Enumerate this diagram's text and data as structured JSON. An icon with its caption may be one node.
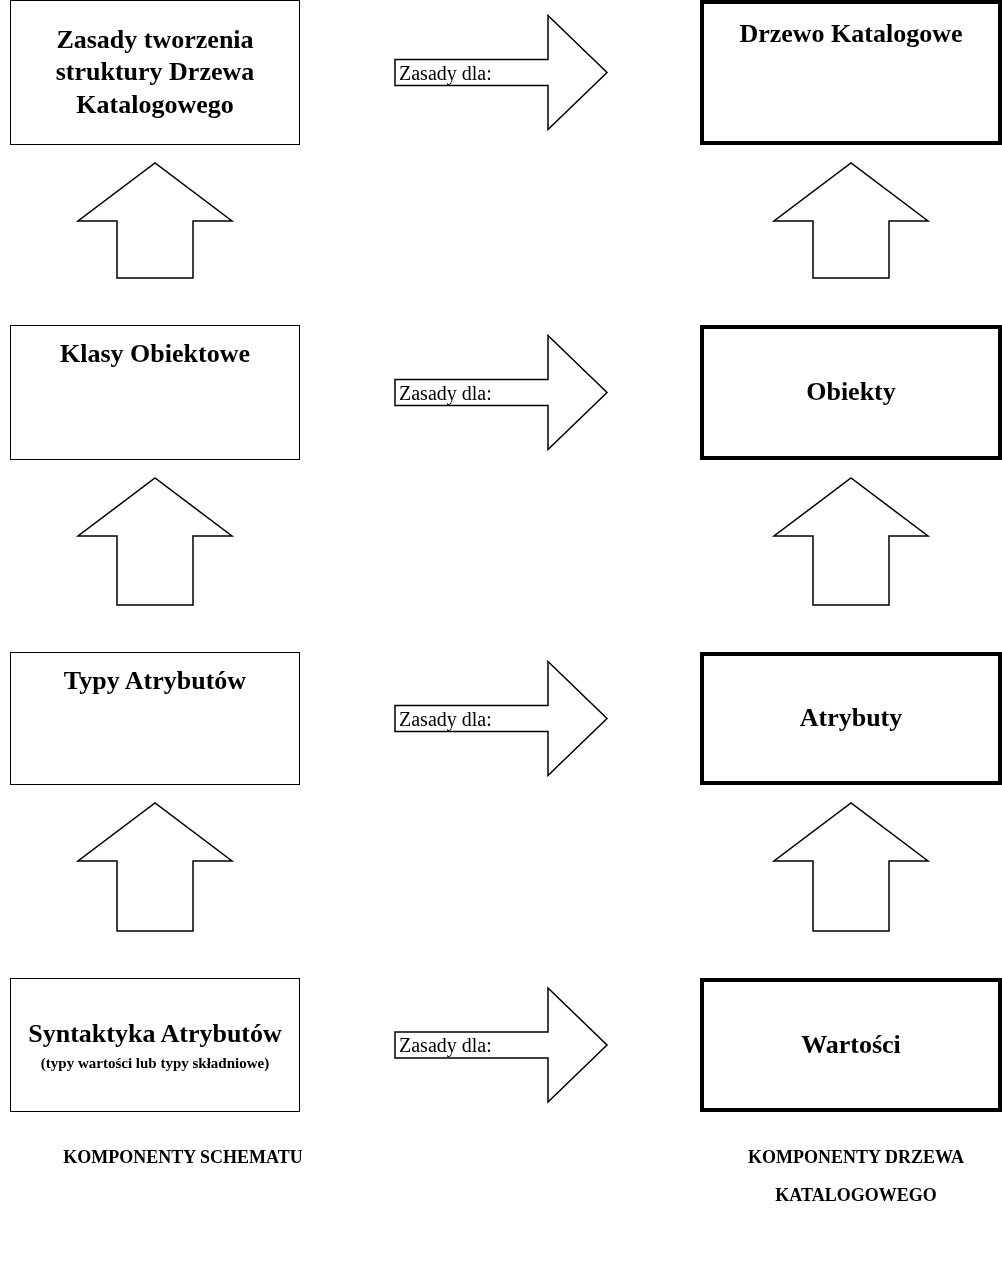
{
  "diagram": {
    "nodes": [
      {
        "text": [
          "Zasady tworzenia struktury Drzewa Katalogowego"
        ]
      },
      {
        "text": [
          "Drzewo Katalogowe"
        ]
      },
      {
        "text": [
          "Klasy Obiektowe"
        ]
      },
      {
        "text": [
          "Obiekty"
        ]
      },
      {
        "text": [
          "Typy Atrybutów"
        ]
      },
      {
        "text": [
          "Atrybuty"
        ]
      },
      {
        "text": [
          "Syntaktyka Atrybutów",
          "(typy wartości lub typy składniowe)"
        ]
      },
      {
        "text": [
          "Wartości"
        ]
      }
    ],
    "edges": [
      {
        "from": 0,
        "to": 1,
        "arrow": "to",
        "label": "Zasady dla:"
      },
      {
        "from": 2,
        "to": 3,
        "arrow": "to",
        "label": "Zasady dla:"
      },
      {
        "from": 4,
        "to": 5,
        "arrow": "to",
        "label": "Zasady dla:"
      },
      {
        "from": 6,
        "to": 7,
        "arrow": "to",
        "label": "Zasady dla:"
      },
      {
        "from": 2,
        "to": 0,
        "arrow": "to"
      },
      {
        "from": 4,
        "to": 2,
        "arrow": "to"
      },
      {
        "from": 6,
        "to": 4,
        "arrow": "to"
      },
      {
        "from": 3,
        "to": 1,
        "arrow": "to"
      },
      {
        "from": 5,
        "to": 3,
        "arrow": "to"
      },
      {
        "from": 7,
        "to": 5,
        "arrow": "to"
      }
    ],
    "labels": [
      "KOMPONENTY SCHEMATU",
      "KOMPONENTY DRZEWA KATALOGOWEGO"
    ]
  }
}
